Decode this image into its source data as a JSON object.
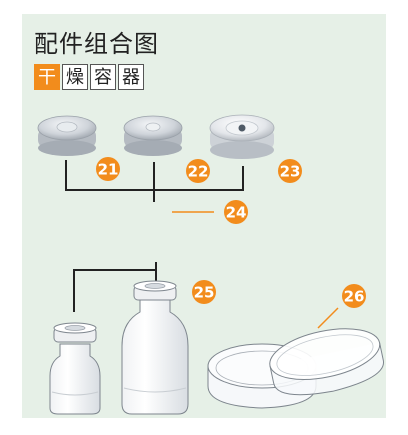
{
  "title": "配件组合图",
  "chars": [
    "干",
    "燥",
    "容",
    "器"
  ],
  "colors": {
    "panel_bg": "#e6f0e7",
    "accent": "#f28c1c",
    "badge": "#f28c1c",
    "line": "#222222"
  },
  "parts": [
    {
      "id": "21",
      "name": "cap-21"
    },
    {
      "id": "22",
      "name": "cap-22"
    },
    {
      "id": "23",
      "name": "cap-23"
    },
    {
      "id": "24",
      "name": "cap-group"
    },
    {
      "id": "25",
      "name": "bottles"
    },
    {
      "id": "26",
      "name": "petri-dish"
    }
  ]
}
